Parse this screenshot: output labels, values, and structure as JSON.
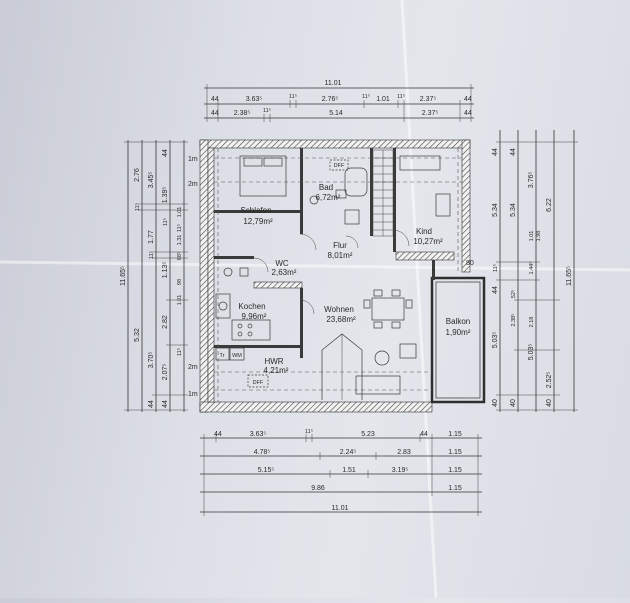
{
  "rooms": {
    "schlafen": {
      "name": "Schlafen",
      "area": "12,79m²"
    },
    "bad": {
      "name": "Bad",
      "area": "6,72m²"
    },
    "kind": {
      "name": "Kind",
      "area": "10,27m²"
    },
    "flur": {
      "name": "Flur",
      "area": "8,01m²"
    },
    "wc": {
      "name": "WC",
      "area": "2,63m²"
    },
    "kochen": {
      "name": "Kochen",
      "area": "9,96m²"
    },
    "wohnen": {
      "name": "Wohnen",
      "area": "23,68m²"
    },
    "hwr": {
      "name": "HWR",
      "area": "4,21m²"
    },
    "balkon": {
      "name": "Balkon",
      "area": "1,90m²"
    }
  },
  "labels": {
    "dff": "DFF",
    "dff2": "DFF",
    "tr": "Tr",
    "wm": "WM",
    "m1_top": "1m",
    "m2_top": "2m",
    "m2_bot": "2m",
    "m1_bot": "1m",
    "eighty": "80"
  },
  "top_dims": {
    "r1": [
      "11.01"
    ],
    "r2": [
      "44",
      "3.63⁵",
      "11⁵",
      "2.76⁵",
      "11⁵",
      "1.01",
      "11⁵",
      "2.37⁵",
      "44"
    ],
    "r3": [
      "44",
      "2.38⁵",
      "11⁵",
      "5.14",
      "2.37⁵",
      "44"
    ]
  },
  "bottom_dims": {
    "r1": [
      "44",
      "3.63⁵",
      "11⁵",
      "5.23",
      "44",
      "1.15"
    ],
    "r2": [
      "4.78⁵",
      "2.24⁵",
      "2.83",
      "1.15"
    ],
    "r3": [
      "5.15⁵",
      "1.51",
      "3.19⁵",
      "1.15"
    ],
    "r4": [
      "9.86",
      "1.15"
    ],
    "r5": [
      "11.01"
    ]
  },
  "left_dims": {
    "c1": [
      "11.65⁵"
    ],
    "c2": [
      "2.76",
      "11⁵",
      "5.32"
    ],
    "c3": [
      "3.45⁵",
      "1.77",
      "11⁵",
      "3.70⁵",
      "44"
    ],
    "c4": [
      "44",
      "1.39⁵",
      "11⁵",
      "1.13⁵",
      "2.82",
      "2.07⁵",
      "44"
    ],
    "c5": [
      "1.01",
      "11⁵",
      "1.31",
      "88⁵",
      "98",
      "1.01",
      "11⁵"
    ]
  },
  "right_dims": {
    "c1": [
      "44",
      "5.34",
      "11⁵",
      "44",
      "5.03⁵",
      "40"
    ],
    "c2": [
      "44",
      "5.34",
      "52⁵",
      "2.38⁵",
      "5.03⁵",
      "40"
    ],
    "c3": [
      "3.76⁵",
      "1.01",
      "1.44⁵",
      "2.18",
      "2.52⁵",
      "40"
    ],
    "c4": [
      "6.22",
      "1.98"
    ],
    "c5": [
      "11.65⁵"
    ]
  }
}
